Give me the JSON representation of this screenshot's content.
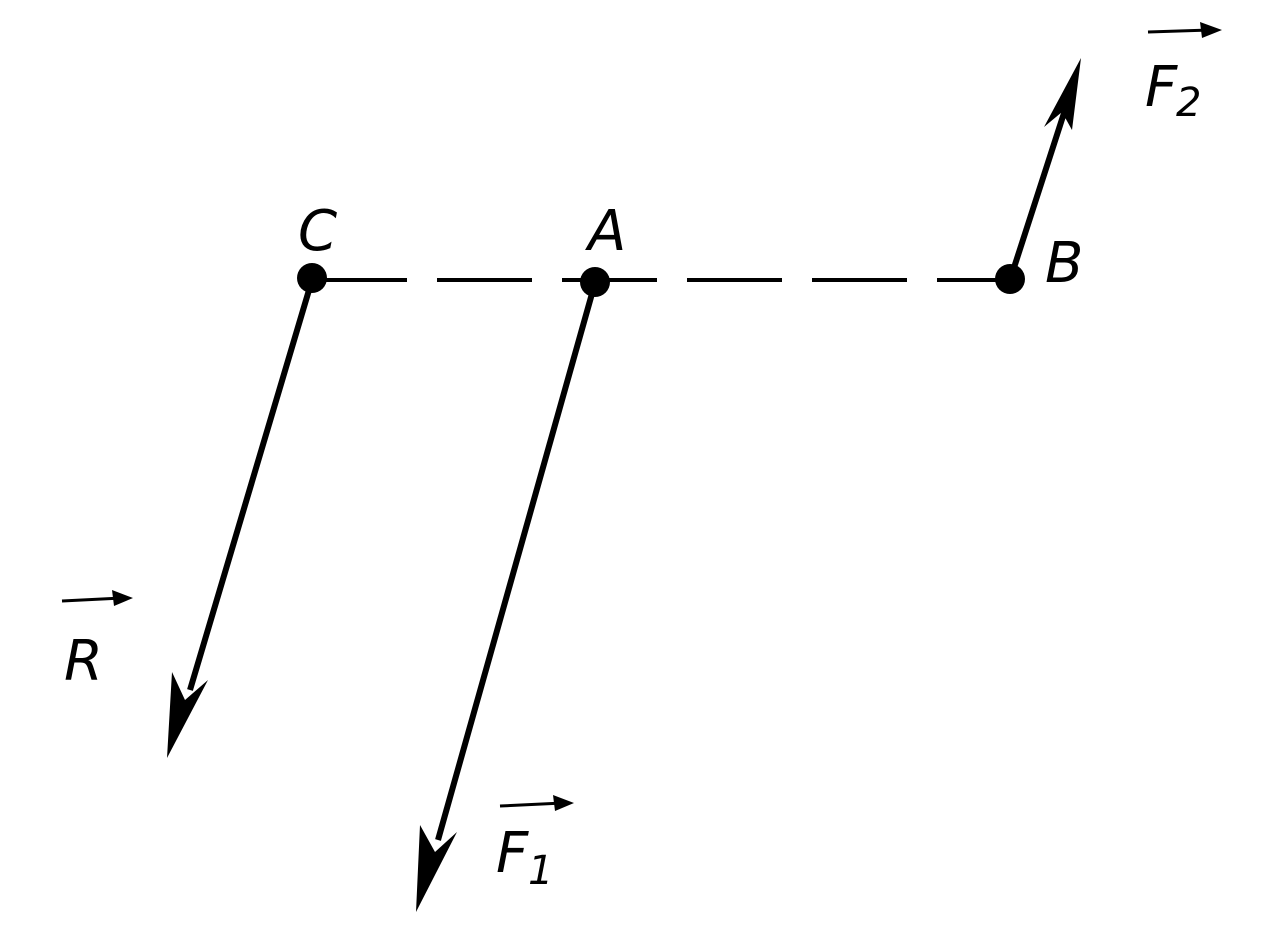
{
  "diagram": {
    "points": {
      "C": "C",
      "A": "A",
      "B": "B"
    },
    "vectors": {
      "R": {
        "symbol": "R",
        "subscript": ""
      },
      "F1": {
        "symbol": "F",
        "subscript": "1"
      },
      "F2": {
        "symbol": "F",
        "subscript": "2"
      }
    },
    "colors": {
      "ink": "#000000",
      "background": "#ffffff"
    }
  }
}
